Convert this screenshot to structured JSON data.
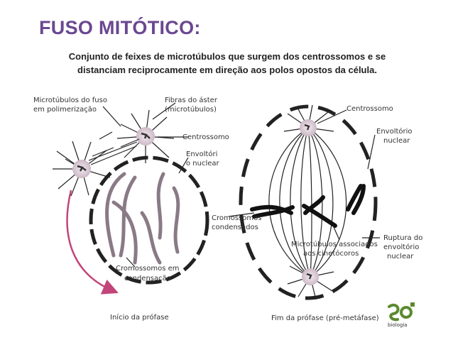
{
  "title": "FUSO MITÓTICO:",
  "subtitle_line1": "Conjunto de feixes de microtúbulos que surgem dos centrossomos e se",
  "subtitle_line2": "distanciam reciprocamente em direção aos polos opostos da célula.",
  "left_labels": {
    "microtubulos_l1": "Microtúbulos do fuso",
    "microtubulos_l2": "em polimerização",
    "fibras_l1": "Fibras do áster",
    "fibras_l2": "(microtúbulos)",
    "centrossomo": "Centrossomo",
    "envoltorio_l1": "Envoltóri",
    "envoltorio_l2": "o nuclear",
    "cromossomos_l1": "Cromossomos em",
    "cromossomos_l2": "condensação",
    "inicio": "Início da prófase"
  },
  "right_labels": {
    "centrossomo": "Centrossomo",
    "envoltorio_l1": "Envoltório",
    "envoltorio_l2": "nuclear",
    "cromossomos_l1": "Cromossomos",
    "cromossomos_l2": "condensados",
    "microtubulos_l1": "Microtúbulos associados",
    "microtubulos_l2": "aos cinetócoros",
    "ruptura_l1": "Ruptura do",
    "ruptura_l2": "envoltório",
    "ruptura_l3": "nuclear",
    "fim": "Fim da prófase (pré-metáfase)"
  },
  "logo": {
    "text": "biologia"
  },
  "colors": {
    "title": "#6b4791",
    "arrow": "#c2457a",
    "chromosome": "#8a7a86",
    "centrosome": "#d9cdd6",
    "logo_green": "#5a8a2e"
  }
}
